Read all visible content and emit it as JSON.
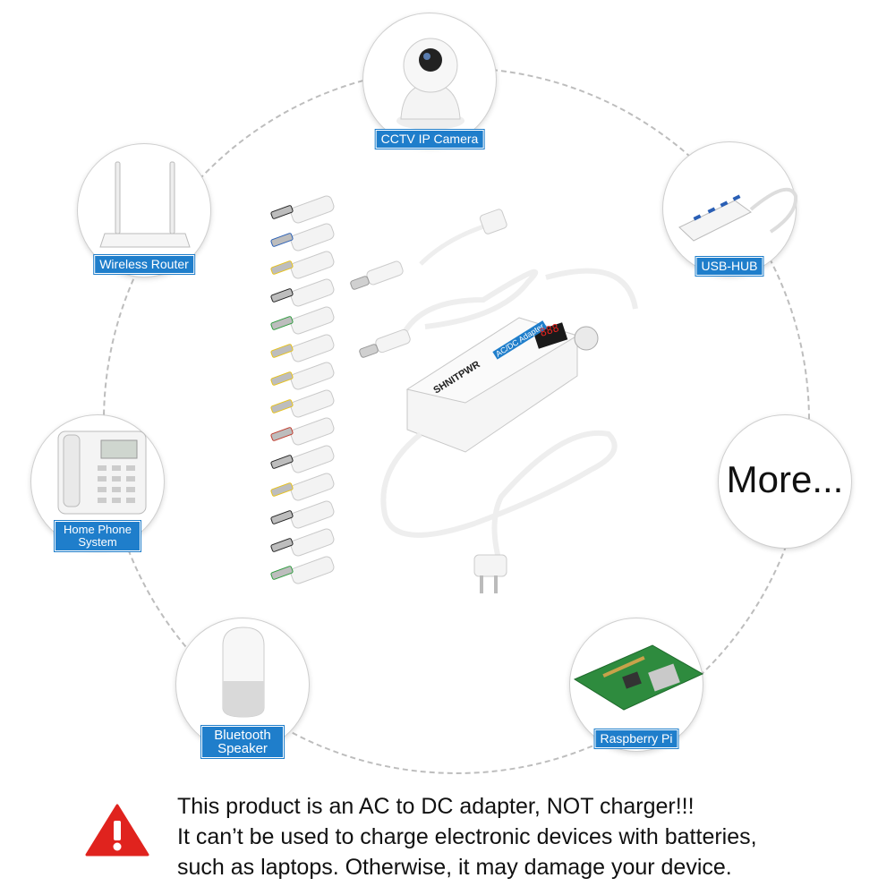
{
  "devices": {
    "cctv": "CCTV IP Camera",
    "router": "Wireless Router",
    "usb_hub": "USB-HUB",
    "phone_line1": "Home Phone",
    "phone_line2": "System",
    "more": "More...",
    "speaker_line1": "Bluetooth",
    "speaker_line2": "Speaker",
    "raspberry": "Raspberry Pi"
  },
  "product": {
    "brand": "SHNITPWR",
    "adapter_type": "AC/DC Adapter",
    "display": "888"
  },
  "notice": {
    "line1": "This product is an AC to DC adapter, NOT charger!!!",
    "line2": "It can’t be used to charge electronic devices with batteries,",
    "line3": "such as laptops. Otherwise, it may damage your device."
  },
  "colors": {
    "tag_blue": "#1f7ecb",
    "warning_red": "#e0231e"
  },
  "icons": [
    "camera-icon",
    "router-icon",
    "usb-hub-icon",
    "phone-icon",
    "speaker-icon",
    "raspberry-pi-icon",
    "warning-icon",
    "power-adapter-icon",
    "dc-tips-icon"
  ]
}
